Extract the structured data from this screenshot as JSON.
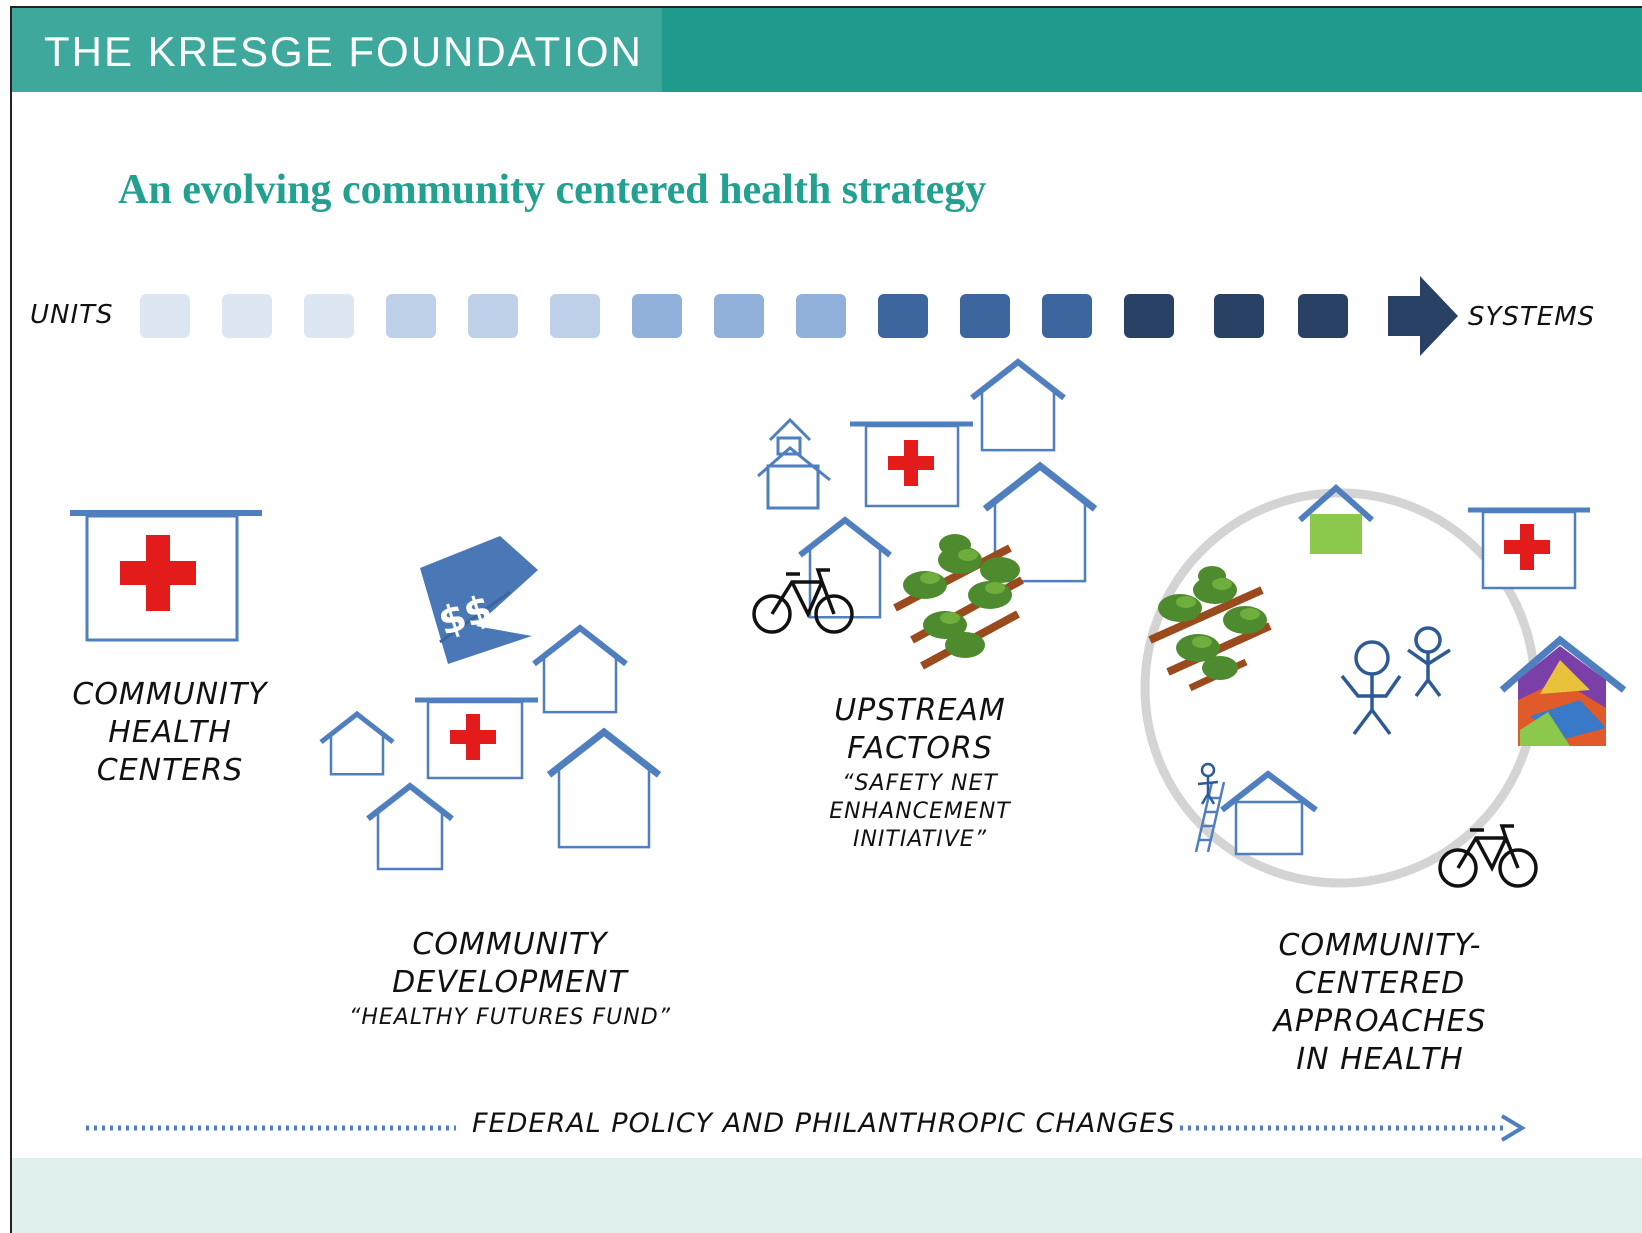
{
  "header": {
    "title": "THE KRESGE FOUNDATION"
  },
  "slide": {
    "title": "An evolving community centered health strategy"
  },
  "scale": {
    "start_label": "UNITS",
    "end_label": "SYSTEMS"
  },
  "stages": {
    "chc": {
      "lines": [
        "COMMUNITY",
        "HEALTH",
        "CENTERS"
      ]
    },
    "cd": {
      "lines": [
        "COMMUNITY",
        "DEVELOPMENT"
      ],
      "quote": "“HEALTHY FUTURES FUND”",
      "money": "$$"
    },
    "upstream": {
      "lines": [
        "UPSTREAM",
        "FACTORS"
      ],
      "quote_lines": [
        "“SAFETY NET",
        "ENHANCEMENT",
        "INITIATIVE”"
      ]
    },
    "ccah": {
      "lines": [
        "COMMUNITY-",
        "CENTERED",
        "APPROACHES",
        "IN HEALTH"
      ]
    }
  },
  "policy": {
    "label": "FEDERAL POLICY AND PHILANTHROPIC CHANGES"
  },
  "colors": {
    "header_dark": "#1f9b8e",
    "header_light": "#3ea89c",
    "title": "#22a090",
    "house": "#4f7fbe",
    "cross": "#e31b1b",
    "dotted": "#4f7fbe",
    "squares": [
      "#dde7f3",
      "#dde7f3",
      "#dde7f3",
      "#bed1e8",
      "#bed1e8",
      "#bed1e8",
      "#92b1da",
      "#92b1da",
      "#92b1da",
      "#3d659e",
      "#3d659e",
      "#3d659e",
      "#2a4166",
      "#2a4166",
      "#2a4166"
    ],
    "arrow": "#2a4166"
  }
}
